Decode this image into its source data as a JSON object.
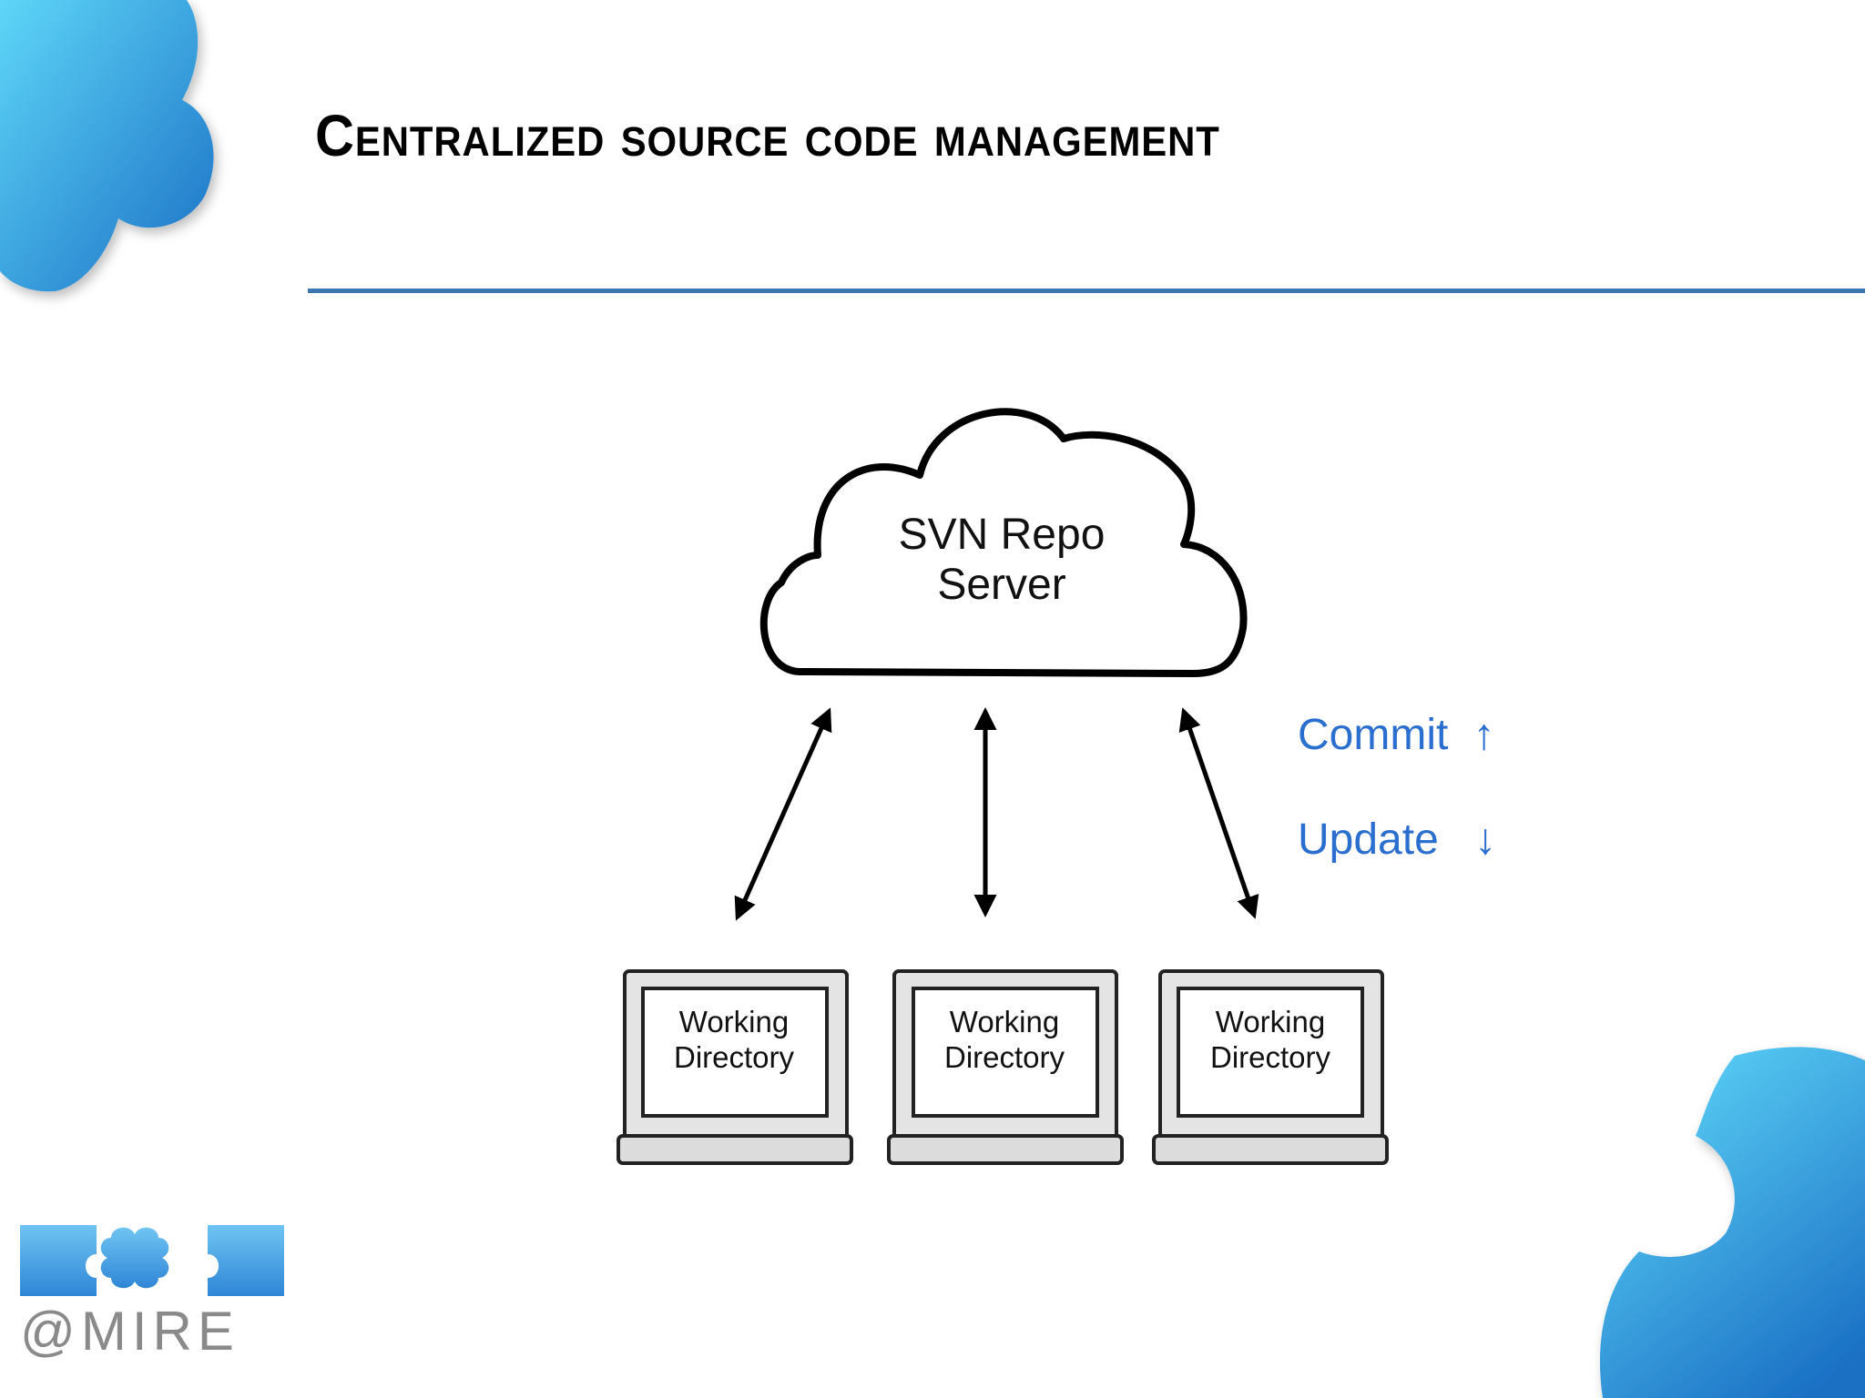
{
  "slide": {
    "title": "Centralized source code management"
  },
  "diagram": {
    "server": {
      "line1": "SVN Repo",
      "line2": "Server"
    },
    "clients": [
      {
        "line1": "Working",
        "line2": "Directory"
      },
      {
        "line1": "Working",
        "line2": "Directory"
      },
      {
        "line1": "Working",
        "line2": "Directory"
      }
    ],
    "legend": {
      "commit": "Commit",
      "commit_arrow": "↑",
      "update": "Update",
      "update_arrow": "↓"
    }
  },
  "logo": {
    "text": "@MIRE"
  },
  "colors": {
    "rule": "#3d77b0",
    "legend_text": "#2a6fcf",
    "puzzle_light": "#5ed6f8",
    "puzzle_dark": "#1a6fc4"
  }
}
